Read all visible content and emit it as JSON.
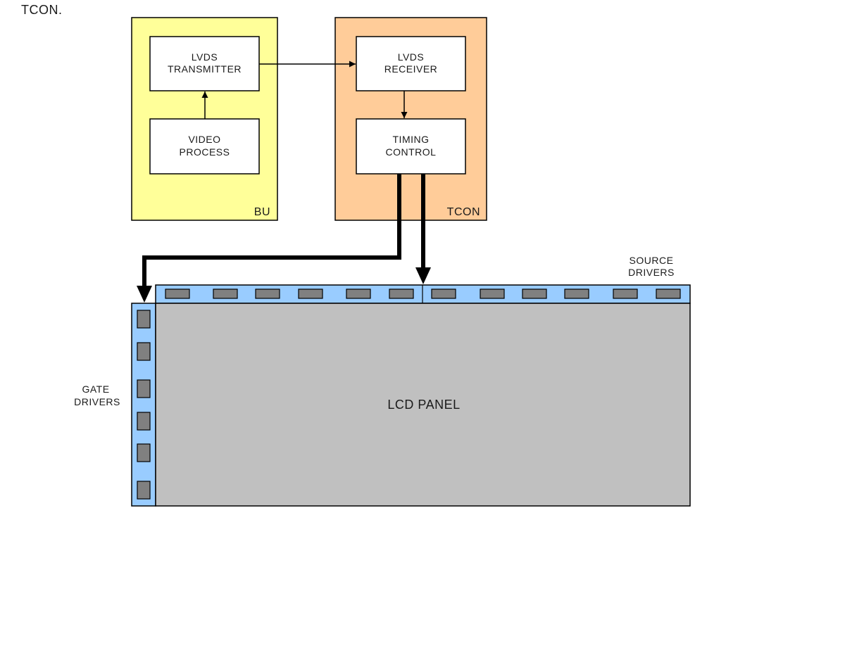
{
  "caption": "TCON.",
  "bu": {
    "label": "BU",
    "fill": "#ffff99",
    "transmitter": {
      "line1": "LVDS",
      "line2": "TRANSMITTER"
    },
    "video_process": {
      "line1": "VIDEO",
      "line2": "PROCESS"
    }
  },
  "tcon": {
    "label": "TCON",
    "fill": "#ffcc99",
    "receiver": {
      "line1": "LVDS",
      "line2": "RECEIVER"
    },
    "timing_control": {
      "line1": "TIMING",
      "line2": "CONTROL"
    }
  },
  "source_drivers": {
    "line1": "SOURCE",
    "line2": "DRIVERS",
    "chip_count": 12
  },
  "gate_drivers": {
    "line1": "GATE",
    "line2": "DRIVERS",
    "chip_count": 6
  },
  "lcd_panel": {
    "label": "LCD PANEL",
    "fill": "#c0c0c0"
  },
  "colors": {
    "driver_strip": "#99ccff",
    "driver_chip": "#808080",
    "block_fill": "#ffffff",
    "stroke": "#000000"
  }
}
